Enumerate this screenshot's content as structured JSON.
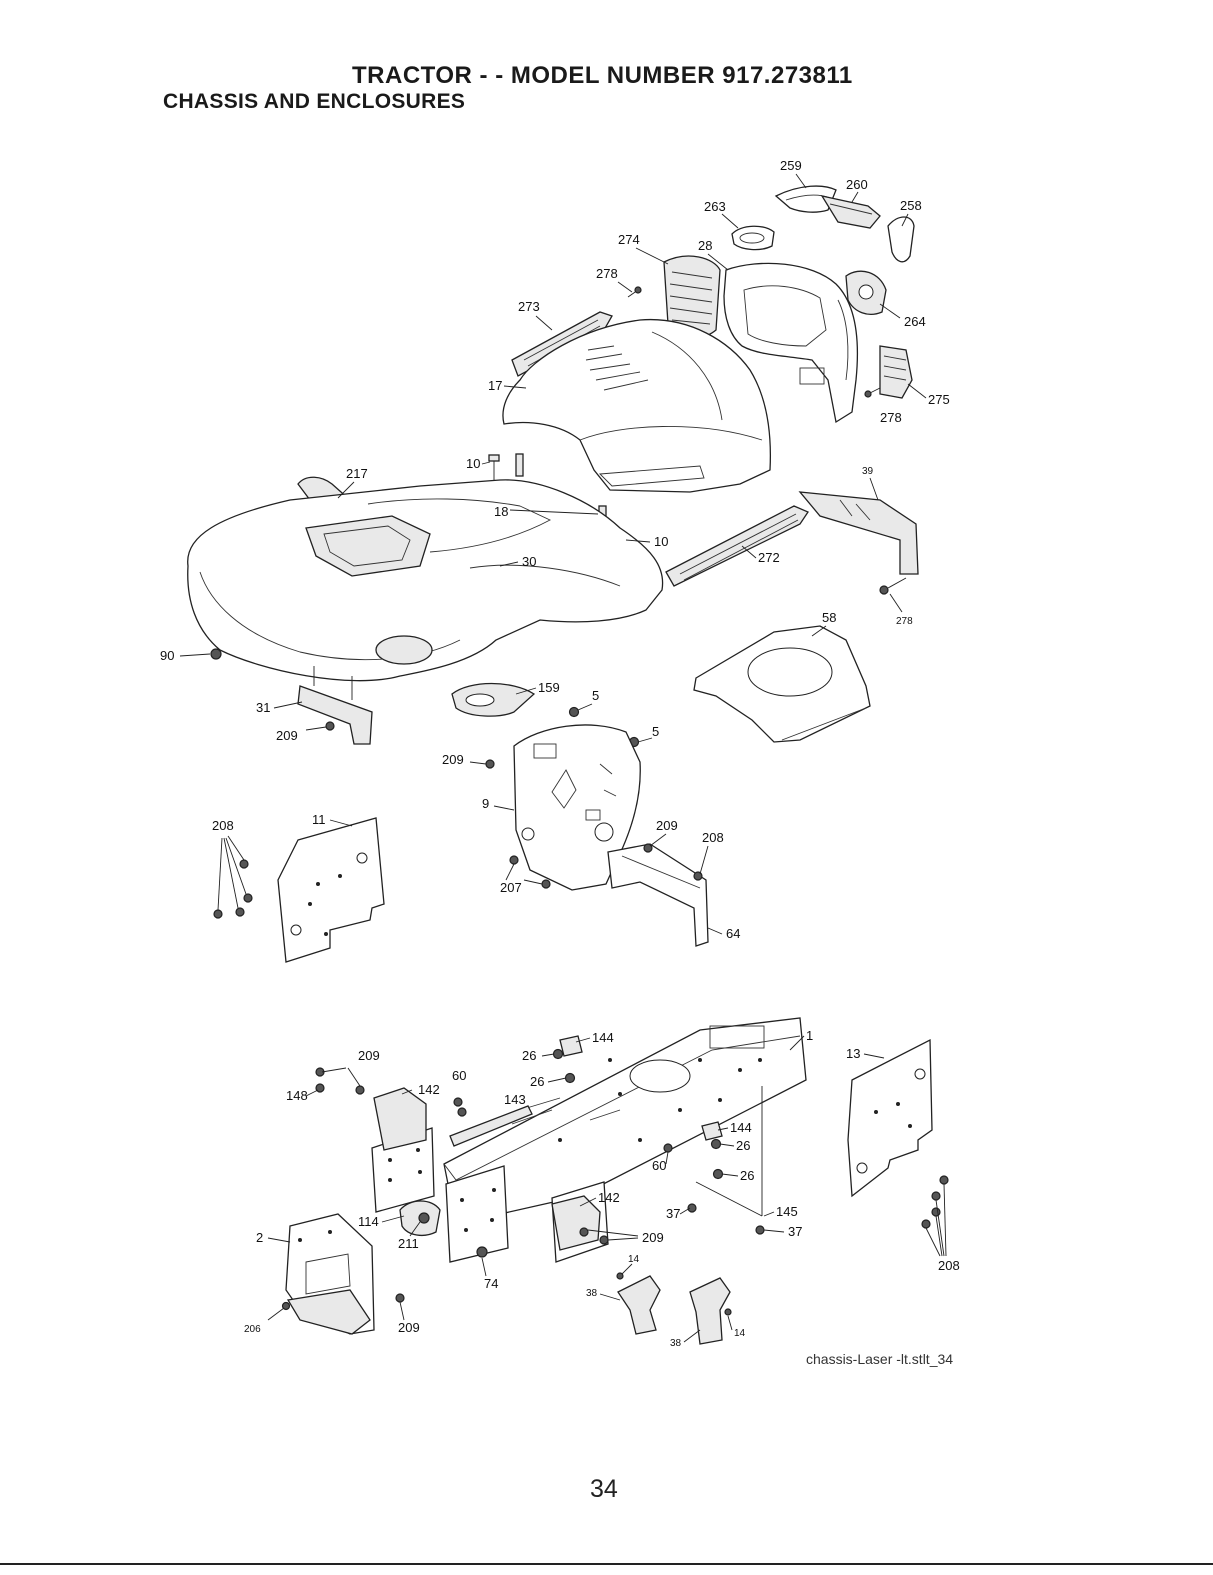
{
  "header": {
    "title": "TRACTOR - - MODEL NUMBER 917.273811",
    "subtitle": "CHASSIS AND ENCLOSURES"
  },
  "footer": {
    "caption": "chassis-Laser -lt.stlt_34",
    "page_number": "34"
  },
  "callouts": {
    "c259": "259",
    "c260": "260",
    "c263": "263",
    "c258": "258",
    "c274": "274",
    "c28": "28",
    "c278a": "278",
    "c264": "264",
    "c273": "273",
    "c17": "17",
    "c275": "275",
    "c278b": "278",
    "c217": "217",
    "c10a": "10",
    "c18": "18",
    "c10b": "10",
    "c30": "30",
    "c272": "272",
    "c39": "39",
    "c278c": "278",
    "c58": "58",
    "c90": "90",
    "c159": "159",
    "c5a": "5",
    "c5b": "5",
    "c31": "31",
    "c209a": "209",
    "c209b": "209",
    "c9": "9",
    "c208a": "208",
    "c11": "11",
    "c209c": "209",
    "c208b": "208",
    "c207": "207",
    "c64": "64",
    "c144a": "144",
    "c26a": "26",
    "c1": "1",
    "c209d": "209",
    "c26b": "26",
    "c13": "13",
    "c60a": "60",
    "c148": "148",
    "c142a": "142",
    "c143": "143",
    "c144b": "144",
    "c26c": "26",
    "c60b": "60",
    "c26d": "26",
    "c142b": "142",
    "c37a": "37",
    "c145": "145",
    "c114": "114",
    "c209e": "209",
    "c37b": "37",
    "c211": "211",
    "c2": "2",
    "c74": "74",
    "c14a": "14",
    "c208c": "208",
    "c38a": "38",
    "c206": "206",
    "c209f": "209",
    "c38b": "38",
    "c14b": "14"
  }
}
